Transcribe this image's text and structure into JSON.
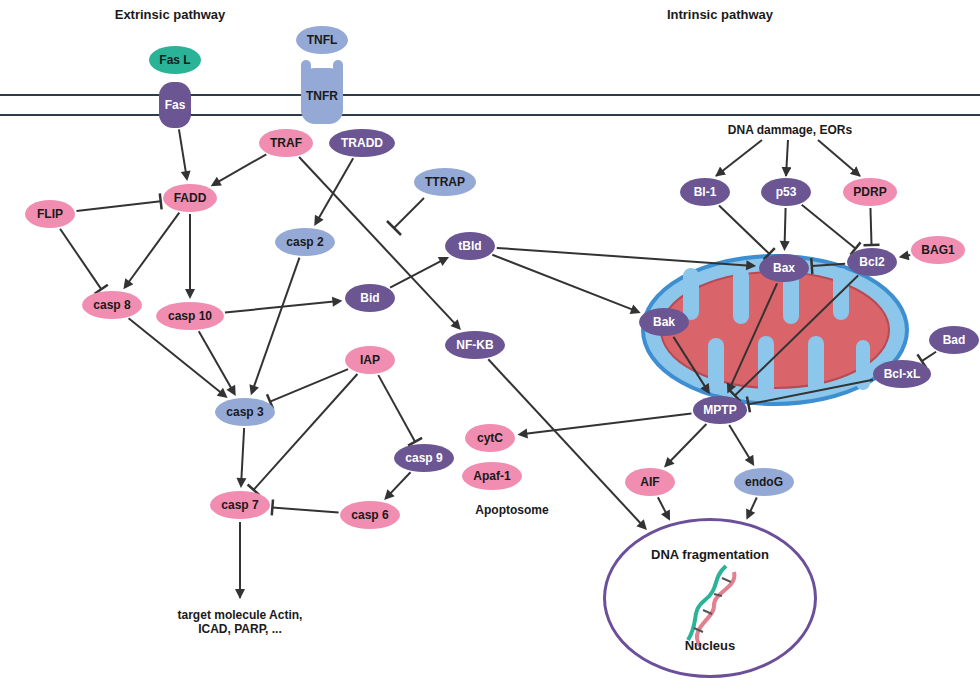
{
  "diagram": {
    "nodes": [
      {
        "text": [
          "Fas L"
        ]
      },
      {
        "text": [
          "Fas"
        ]
      },
      {
        "text": [
          "TNFL"
        ]
      },
      {
        "text": [
          "TNFR"
        ]
      },
      {
        "text": [
          "TRAF"
        ]
      },
      {
        "text": [
          "TRADD"
        ]
      },
      {
        "text": [
          "FADD"
        ]
      },
      {
        "text": [
          "FLIP"
        ]
      },
      {
        "text": [
          "TTRAP"
        ]
      },
      {
        "text": [
          "casp 2"
        ]
      },
      {
        "text": [
          "casp 8"
        ]
      },
      {
        "text": [
          "casp 10"
        ]
      },
      {
        "text": [
          "Bid"
        ]
      },
      {
        "text": [
          "tBld"
        ]
      },
      {
        "text": [
          "Bl-1"
        ]
      },
      {
        "text": [
          "p53"
        ]
      },
      {
        "text": [
          "PDRP"
        ]
      },
      {
        "text": [
          "BAG1"
        ]
      },
      {
        "text": [
          "Bax"
        ]
      },
      {
        "text": [
          "Bcl2"
        ]
      },
      {
        "text": [
          "Bak"
        ]
      },
      {
        "text": [
          "Bcl-xL"
        ]
      },
      {
        "text": [
          "Bad"
        ]
      },
      {
        "text": [
          "NF-KB"
        ]
      },
      {
        "text": [
          "IAP"
        ]
      },
      {
        "text": [
          "casp 3"
        ]
      },
      {
        "text": [
          "casp 9"
        ]
      },
      {
        "text": [
          "cytC"
        ]
      },
      {
        "text": [
          "Apaf-1"
        ]
      },
      {
        "text": [
          "MPTP"
        ]
      },
      {
        "text": [
          "AIF"
        ]
      },
      {
        "text": [
          "endoG"
        ]
      },
      {
        "text": [
          "casp 7"
        ]
      },
      {
        "text": [
          "casp 6"
        ]
      },
      {
        "text": [
          "DNA fragmentation",
          "Nucleus"
        ]
      }
    ],
    "edges": [
      {
        "from": 1,
        "to": 6,
        "arrow": "to"
      },
      {
        "from": 4,
        "to": 6,
        "arrow": "to"
      },
      {
        "from": 5,
        "to": 9,
        "arrow": "to"
      },
      {
        "from": 4,
        "to": 23,
        "arrow": "to"
      },
      {
        "from": 7,
        "to": 6,
        "arrow": "to"
      },
      {
        "from": 7,
        "to": 10,
        "arrow": "to"
      },
      {
        "from": 6,
        "to": 10,
        "arrow": "to"
      },
      {
        "from": 6,
        "to": 11,
        "arrow": "to"
      },
      {
        "from": 11,
        "to": 12,
        "arrow": "to"
      },
      {
        "from": 11,
        "to": 25,
        "arrow": "to"
      },
      {
        "from": 10,
        "to": 25,
        "arrow": "to"
      },
      {
        "from": 9,
        "to": 25,
        "arrow": "to"
      },
      {
        "from": 12,
        "to": 13,
        "arrow": "to"
      },
      {
        "from": 13,
        "to": 18,
        "arrow": "to"
      },
      {
        "from": 13,
        "to": 20,
        "arrow": "to"
      },
      {
        "from": 24,
        "to": 25,
        "arrow": "to"
      },
      {
        "from": 24,
        "to": 26,
        "arrow": "to"
      },
      {
        "from": 24,
        "to": 32,
        "arrow": "to"
      },
      {
        "from": 25,
        "to": 32,
        "arrow": "to"
      },
      {
        "from": 26,
        "to": 33,
        "arrow": "to"
      },
      {
        "from": 33,
        "to": 32,
        "arrow": "to"
      },
      {
        "from": 14,
        "to": 18,
        "arrow": "to"
      },
      {
        "from": 15,
        "to": 18,
        "arrow": "to"
      },
      {
        "from": 15,
        "to": 19,
        "arrow": "to"
      },
      {
        "from": 16,
        "to": 19,
        "arrow": "to"
      },
      {
        "from": 17,
        "to": 19,
        "arrow": "to"
      },
      {
        "from": 19,
        "to": 18,
        "arrow": "to"
      },
      {
        "from": 18,
        "to": 29,
        "arrow": "to"
      },
      {
        "from": 20,
        "to": 29,
        "arrow": "to"
      },
      {
        "from": 19,
        "to": 29,
        "arrow": "to"
      },
      {
        "from": 21,
        "to": 29,
        "arrow": "to"
      },
      {
        "from": 22,
        "to": 21,
        "arrow": "to"
      },
      {
        "from": 29,
        "to": 27,
        "arrow": "to"
      },
      {
        "from": 29,
        "to": 30,
        "arrow": "to"
      },
      {
        "from": 29,
        "to": 31,
        "arrow": "to"
      },
      {
        "from": 30,
        "to": 34,
        "arrow": "to"
      },
      {
        "from": 31,
        "to": 34,
        "arrow": "to"
      },
      {
        "from": 23,
        "to": 34,
        "arrow": "to"
      }
    ],
    "labels": [
      "Extrinsic pathway",
      "Intrinsic pathway",
      "DNA dammage, EORs",
      "Apoptosome",
      "target molecule Actin, ICAD, PARP, ..."
    ]
  }
}
